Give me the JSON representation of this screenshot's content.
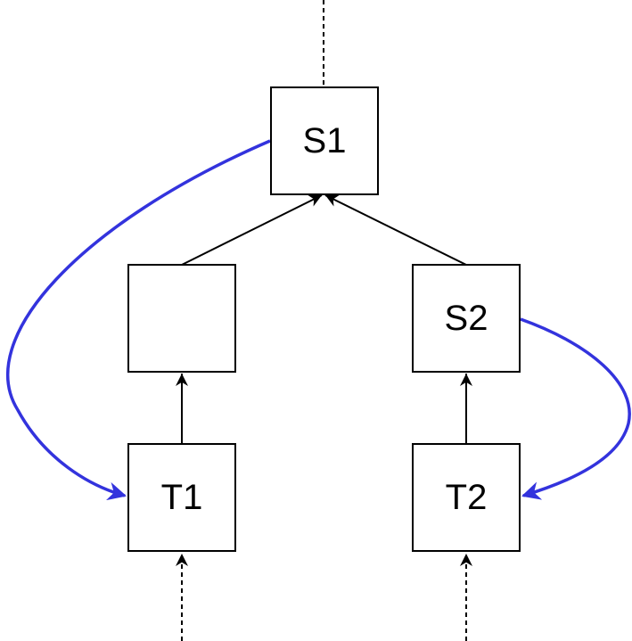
{
  "diagram": {
    "nodes": [
      {
        "id": "s1",
        "label": "S1"
      },
      {
        "id": "blank",
        "label": ""
      },
      {
        "id": "s2",
        "label": "S2"
      },
      {
        "id": "t1",
        "label": "T1"
      },
      {
        "id": "t2",
        "label": "T2"
      }
    ],
    "tree_edges": [
      {
        "from": "blank",
        "to": "s1"
      },
      {
        "from": "s2",
        "to": "s1"
      },
      {
        "from": "t1",
        "to": "blank"
      },
      {
        "from": "t2",
        "to": "s2"
      }
    ],
    "dashed_edges": [
      {
        "from": "s1",
        "to": "top-offscreen"
      },
      {
        "from": "bottom-offscreen",
        "to": "t1"
      },
      {
        "from": "bottom-offscreen",
        "to": "t2"
      }
    ],
    "highlight_edges": [
      {
        "from": "s1",
        "to": "t1"
      },
      {
        "from": "s2",
        "to": "t2"
      }
    ],
    "colors": {
      "highlight": "#3333dd",
      "line": "#000000",
      "node_fill": "#ffffff"
    }
  }
}
